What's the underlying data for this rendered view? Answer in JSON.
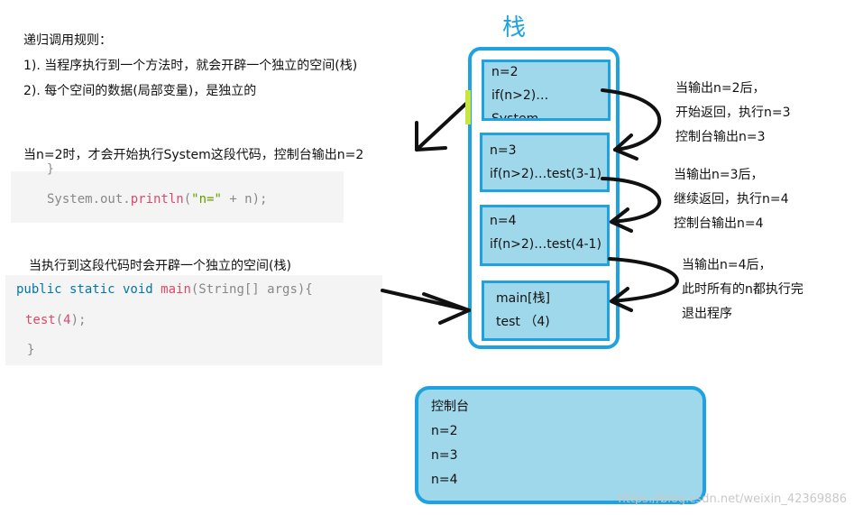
{
  "rules": {
    "title": "递归调用规则：",
    "line1": "1). 当程序执行到一个方法时，就会开辟一个独立的空间(栈)",
    "line2": "2). 每个空间的数据(局部变量)，是独立的"
  },
  "note_n2": "当n=2时，才会开始执行System这段代码，控制台输出n=2",
  "code1": {
    "brace": "}",
    "pre": "System.out.",
    "fn": "println",
    "str": "\"n=\"",
    "rest": " + n);",
    "open": "("
  },
  "note_open": "当执行到这段代码时会开辟一个独立的空间(栈)",
  "code2": {
    "kw": "public static void",
    "fn": "main",
    "sig": "(String[] args){",
    "call_fn": "test",
    "call_open": "(",
    "call_arg": "4",
    "call_close": ");",
    "close": "}"
  },
  "stack": {
    "label": "栈",
    "frames": [
      {
        "lines": [
          "n=2",
          "if(n>2)…",
          "System"
        ]
      },
      {
        "lines": [
          "n=3",
          "if(n>2)…test(3-1)"
        ]
      },
      {
        "lines": [
          "n=4",
          "if(n>2)…test(4-1)"
        ]
      },
      {
        "lines": [
          "main[栈]",
          "test （4)"
        ]
      }
    ]
  },
  "notes_right": [
    {
      "lines": [
        "当输出n=2后，",
        "开始返回，执行n=3",
        "控制台输出n=3"
      ]
    },
    {
      "lines": [
        "当输出n=3后，",
        "继续返回，执行n=4",
        "控制台输出n=4"
      ]
    },
    {
      "lines": [
        "当输出n=4后，",
        "此时所有的n都执行完",
        "退出程序"
      ]
    }
  ],
  "console": {
    "title": "控制台",
    "lines": [
      "n=2",
      "n=3",
      "n=4"
    ]
  },
  "watermark": "https://blog.csdn.net/weixin_42369886",
  "colors": {
    "accent": "#1ea3e0",
    "frame_fill": "#9fd8ea"
  }
}
